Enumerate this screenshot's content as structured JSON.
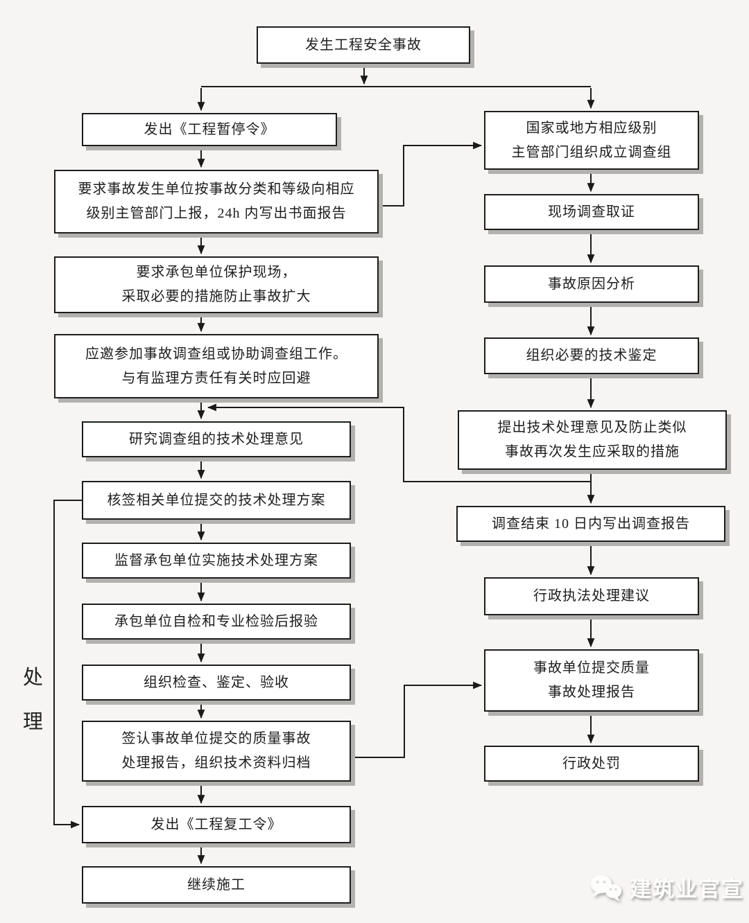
{
  "background": "#f6f5f3",
  "line_color": "#1a1a1a",
  "box_shadow_color": "#b3b1ae",
  "nodes": {
    "start": {
      "label": "发生工程安全事故"
    },
    "l1": {
      "label": "发出《工程暂停令》"
    },
    "l2": {
      "lines": [
        "要求事故发生单位按事故分类和等级向相应",
        "级别主管部门上报，24h 内写出书面报告"
      ]
    },
    "l3": {
      "lines": [
        "要求承包单位保护现场，",
        "采取必要的措施防止事故扩大"
      ]
    },
    "l4": {
      "lines": [
        "应邀参加事故调查组或协助调查组工作。",
        "与有监理方责任有关时应回避"
      ]
    },
    "l5": {
      "label": "研究调查组的技术处理意见"
    },
    "l6": {
      "label": "核签相关单位提交的技术处理方案"
    },
    "l7": {
      "label": "监督承包单位实施技术处理方案"
    },
    "l8": {
      "label": "承包单位自检和专业检验后报验"
    },
    "l9": {
      "label": "组织检查、鉴定、验收"
    },
    "l10": {
      "lines": [
        "签认事故单位提交的质量事故",
        "处理报告，组织技术资料归档"
      ]
    },
    "l11": {
      "label": "发出《工程复工令》"
    },
    "l12": {
      "label": "继续施工"
    },
    "r1": {
      "lines": [
        "国家或地方相应级别",
        "主管部门组织成立调查组"
      ]
    },
    "r2": {
      "label": "现场调查取证"
    },
    "r3": {
      "label": "事故原因分析"
    },
    "r4": {
      "label": "组织必要的技术鉴定"
    },
    "r5": {
      "lines": [
        "提出技术处理意见及防止类似",
        "事故再次发生应采取的措施"
      ]
    },
    "r6": {
      "label": "调查结束 10 日内写出调查报告"
    },
    "r7": {
      "label": "行政执法处理建议"
    },
    "r8": {
      "lines": [
        "事故单位提交质量",
        "事故处理报告"
      ]
    },
    "r9": {
      "label": "行政处罚"
    }
  },
  "side_label": {
    "chars": [
      "处",
      "理"
    ]
  },
  "watermark": {
    "icon": "wechat-icon",
    "text": "建筑业官宣"
  }
}
